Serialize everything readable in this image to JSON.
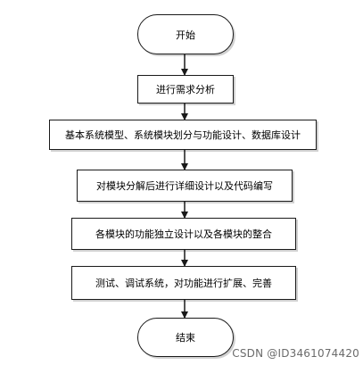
{
  "diagram": {
    "start_label": "开始",
    "steps": [
      "进行需求分析",
      "基本系统模型、系统模块划分与功能设计、数据库设计",
      "对模块分解后进行详细设计以及代码编写",
      "各模块的功能独立设计以及各模块的整合",
      "测试、调试系统，对功能进行扩展、完善"
    ],
    "end_label": "结束"
  },
  "watermark": "CSDN @ID3461074420",
  "colors": {
    "stroke": "#1a1a1a",
    "text": "#000000",
    "watermark": "#6b6b6b"
  }
}
